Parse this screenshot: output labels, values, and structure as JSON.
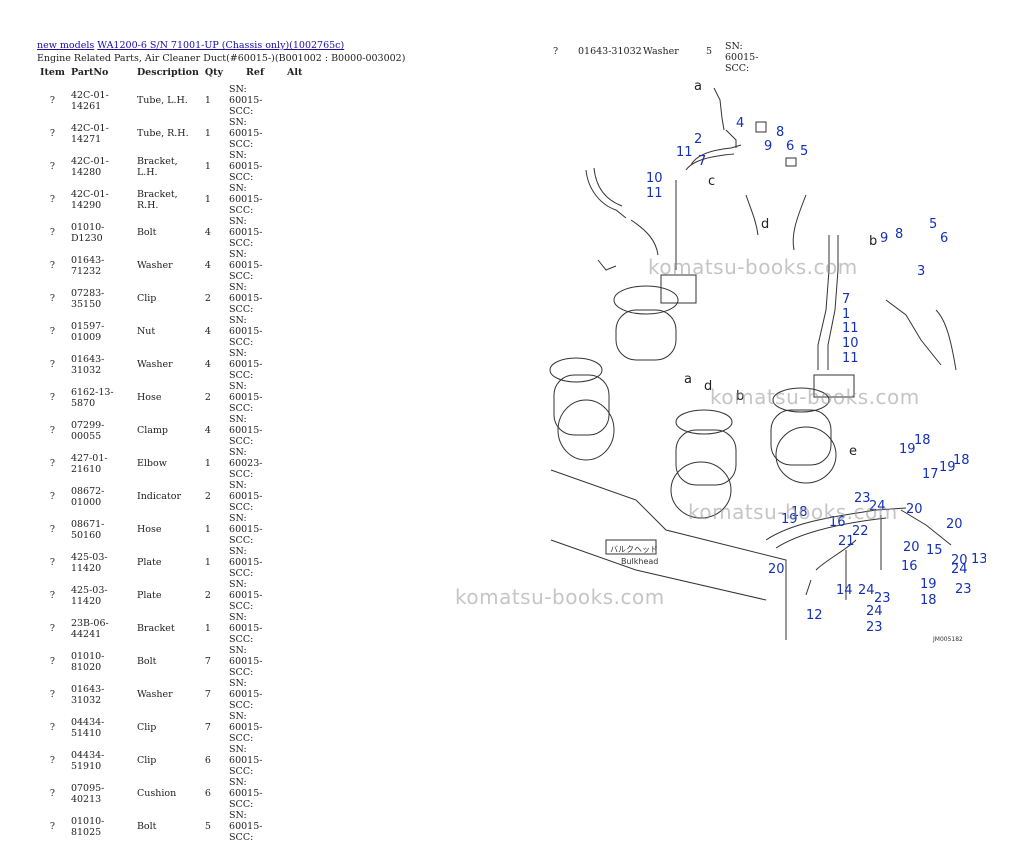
{
  "breadcrumb": {
    "link1": "new models",
    "link2": "WA1200-6 S/N 71001-UP (Chassis only)(1002765c)"
  },
  "subtitle": "Engine Related Parts, Air Cleaner Duct(#60015-)(B001002 : B0000-003002)",
  "columns": {
    "item": "Item",
    "part": "PartNo",
    "desc": "Description",
    "qty": "Qty",
    "ref": "Ref",
    "alt": "Alt"
  },
  "rows": [
    {
      "item": "?",
      "part": "42C-01-14261",
      "desc": "Tube, L.H.",
      "qty": "1",
      "ref": "SN: 60015-SCC:"
    },
    {
      "item": "?",
      "part": "42C-01-14271",
      "desc": "Tube, R.H.",
      "qty": "1",
      "ref": "SN: 60015-SCC:"
    },
    {
      "item": "?",
      "part": "42C-01-14280",
      "desc": "Bracket, L.H.",
      "qty": "1",
      "ref": "SN: 60015-SCC:"
    },
    {
      "item": "?",
      "part": "42C-01-14290",
      "desc": "Bracket, R.H.",
      "qty": "1",
      "ref": "SN: 60015-SCC:"
    },
    {
      "item": "?",
      "part": "01010-D1230",
      "desc": "Bolt",
      "qty": "4",
      "ref": "SN: 60015-SCC:"
    },
    {
      "item": "?",
      "part": "01643-71232",
      "desc": "Washer",
      "qty": "4",
      "ref": "SN: 60015-SCC:"
    },
    {
      "item": "?",
      "part": "07283-35150",
      "desc": "Clip",
      "qty": "2",
      "ref": "SN: 60015-SCC:"
    },
    {
      "item": "?",
      "part": "01597-01009",
      "desc": "Nut",
      "qty": "4",
      "ref": "SN: 60015-SCC:"
    },
    {
      "item": "?",
      "part": "01643-31032",
      "desc": "Washer",
      "qty": "4",
      "ref": "SN: 60015-SCC:"
    },
    {
      "item": "?",
      "part": "6162-13-5870",
      "desc": "Hose",
      "qty": "2",
      "ref": "SN: 60015-SCC:"
    },
    {
      "item": "?",
      "part": "07299-00055",
      "desc": "Clamp",
      "qty": "4",
      "ref": "SN: 60015-SCC:"
    },
    {
      "item": "?",
      "part": "427-01-21610",
      "desc": "Elbow",
      "qty": "1",
      "ref": "SN: 60023-SCC:"
    },
    {
      "item": "?",
      "part": "08672-01000",
      "desc": "Indicator",
      "qty": "2",
      "ref": "SN: 60015-SCC:"
    },
    {
      "item": "?",
      "part": "08671-50160",
      "desc": "Hose",
      "qty": "1",
      "ref": "SN: 60015-SCC:"
    },
    {
      "item": "?",
      "part": "425-03-11420",
      "desc": "Plate",
      "qty": "1",
      "ref": "SN: 60015-SCC:"
    },
    {
      "item": "?",
      "part": "425-03-11420",
      "desc": "Plate",
      "qty": "2",
      "ref": "SN: 60015-SCC:"
    },
    {
      "item": "?",
      "part": "23B-06-44241",
      "desc": "Bracket",
      "qty": "1",
      "ref": "SN: 60015-SCC:"
    },
    {
      "item": "?",
      "part": "01010-81020",
      "desc": "Bolt",
      "qty": "7",
      "ref": "SN: 60015-SCC:"
    },
    {
      "item": "?",
      "part": "01643-31032",
      "desc": "Washer",
      "qty": "7",
      "ref": "SN: 60015-SCC:"
    },
    {
      "item": "?",
      "part": "04434-51410",
      "desc": "Clip",
      "qty": "7",
      "ref": "SN: 60015-SCC:"
    },
    {
      "item": "?",
      "part": "04434-51910",
      "desc": "Clip",
      "qty": "6",
      "ref": "SN: 60015-SCC:"
    },
    {
      "item": "?",
      "part": "07095-40213",
      "desc": "Cushion",
      "qty": "6",
      "ref": "SN: 60015-SCC:"
    },
    {
      "item": "?",
      "part": "01010-81025",
      "desc": "Bolt",
      "qty": "5",
      "ref": "SN: 60015-SCC:"
    }
  ],
  "continued_row": {
    "item": "?",
    "part": "01643-31032",
    "desc": "Washer",
    "qty": "5",
    "ref": "SN: 60015-SCC:"
  },
  "watermark": "komatsu-books.com",
  "diagram": {
    "figure_no": "JM005182",
    "bulkhead_jp": "バルクヘッド",
    "bulkhead_en": "Bulkhead",
    "callouts": [
      "1",
      "2",
      "3",
      "4",
      "5",
      "6",
      "7",
      "8",
      "9",
      "10",
      "11",
      "12",
      "13",
      "14",
      "15",
      "16",
      "17",
      "18",
      "19",
      "20",
      "21",
      "22",
      "23",
      "24"
    ],
    "letters": [
      "a",
      "b",
      "c",
      "d",
      "e"
    ]
  }
}
